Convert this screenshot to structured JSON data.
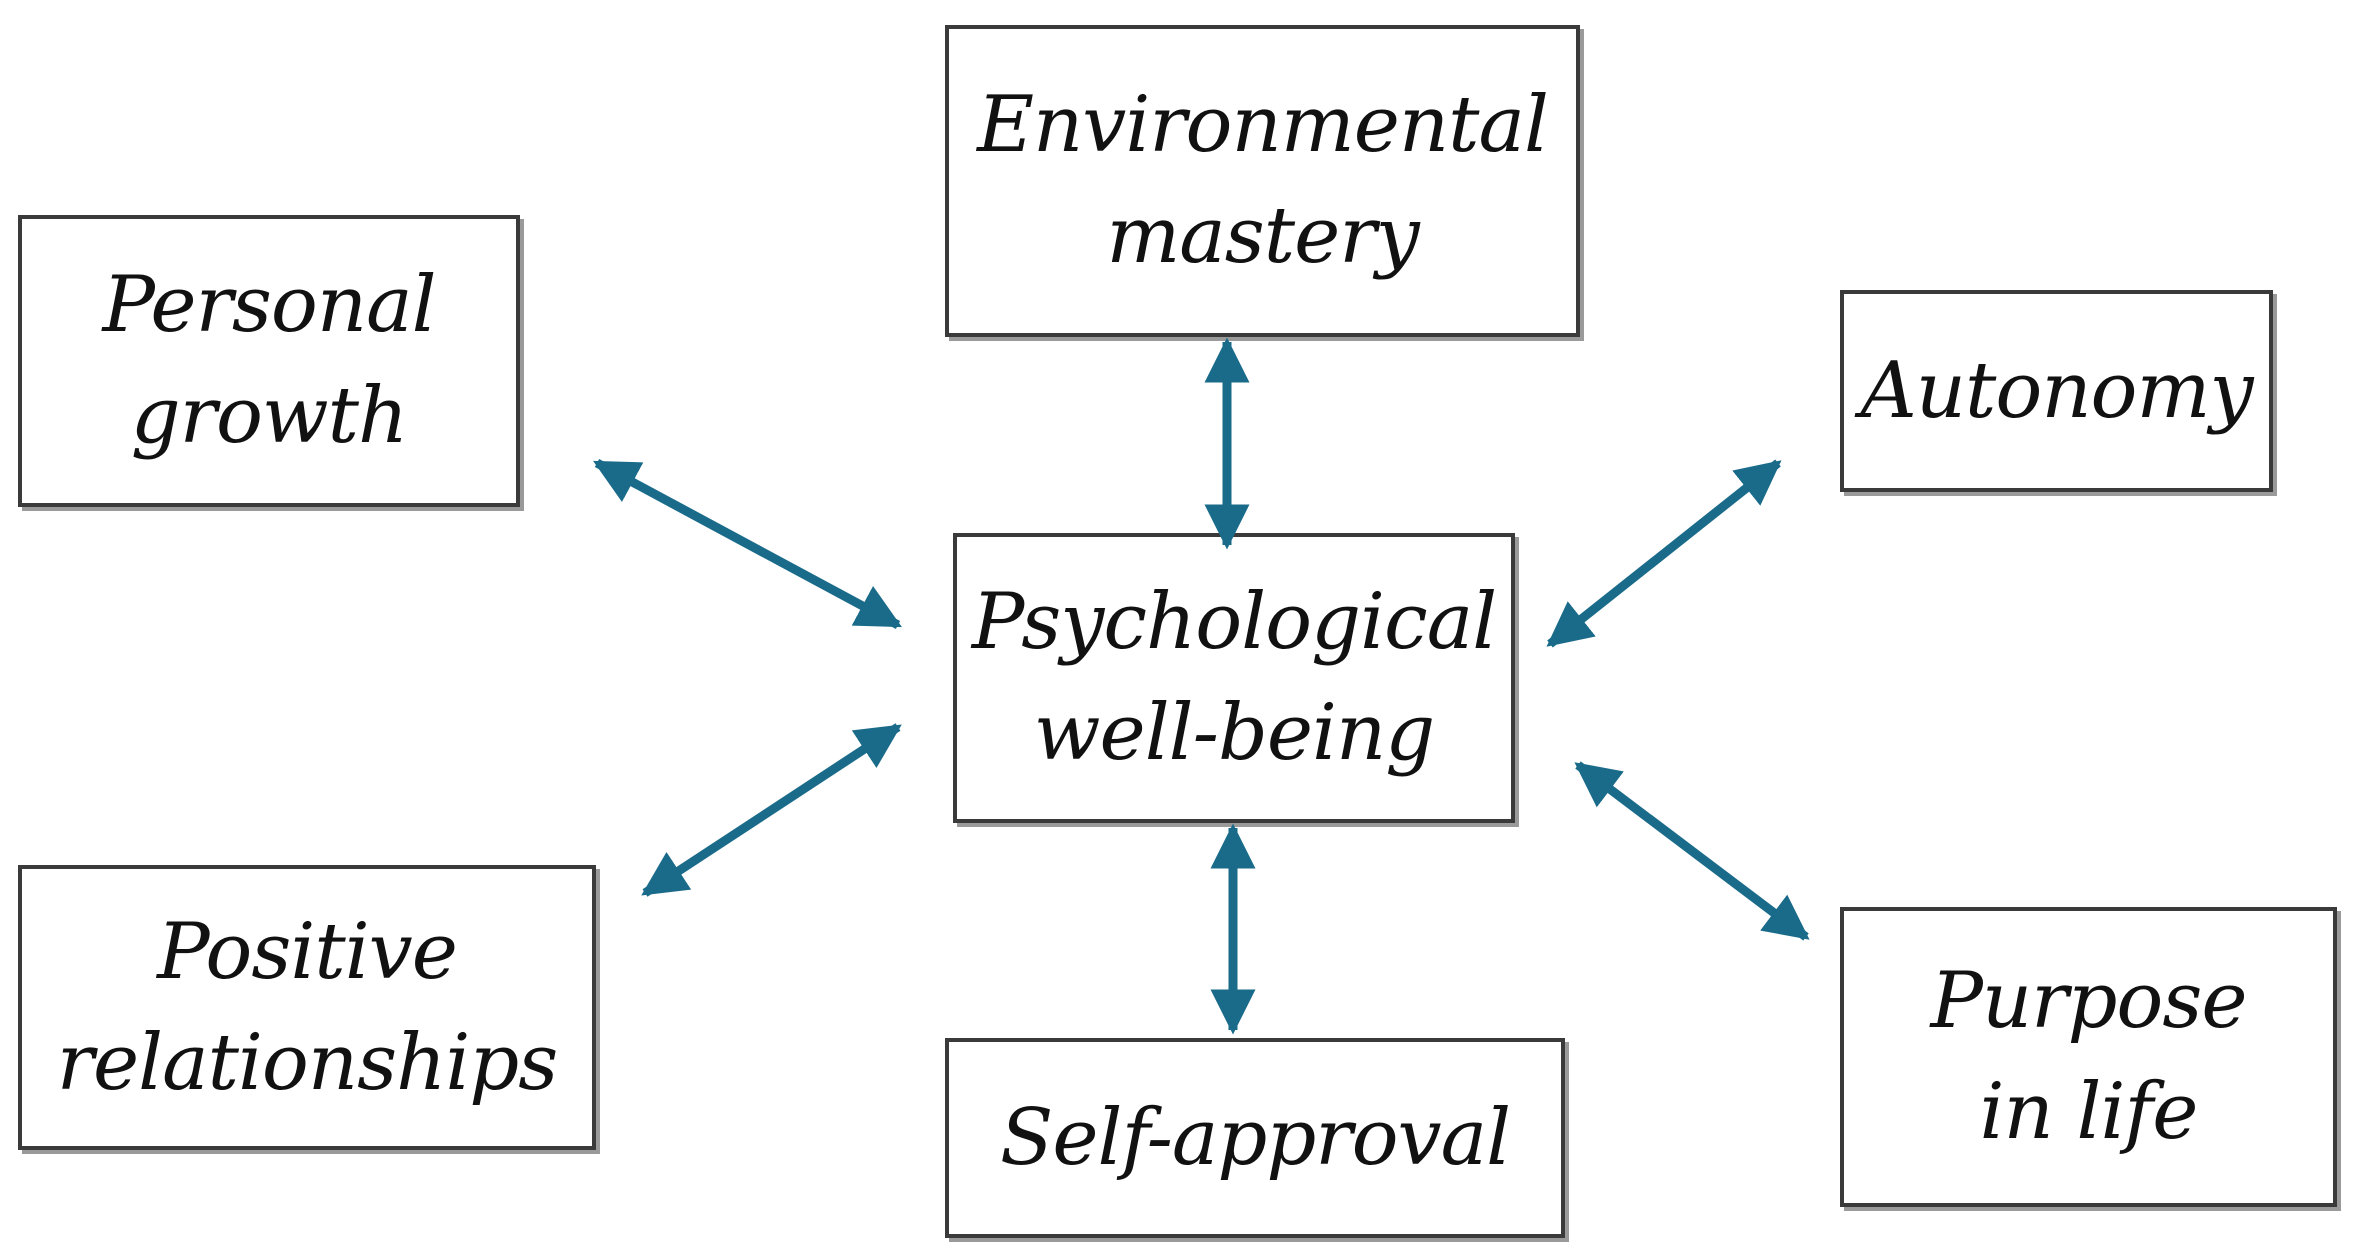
{
  "diagram": {
    "center": {
      "line1": "Psychological",
      "line2": "well-being"
    },
    "nodes": {
      "environmental_mastery": {
        "line1": "Environmental",
        "line2": "mastery"
      },
      "personal_growth": {
        "line1": "Personal",
        "line2": "growth"
      },
      "autonomy": {
        "line1": "Autonomy"
      },
      "positive_relationships": {
        "line1": "Positive",
        "line2": "relationships"
      },
      "self_approval": {
        "line1": "Self-approval"
      },
      "purpose_in_life": {
        "line1": "Purpose",
        "line2": "in life"
      }
    },
    "arrow_color": "#1a6b8a",
    "arrow_style": "double-headed"
  }
}
